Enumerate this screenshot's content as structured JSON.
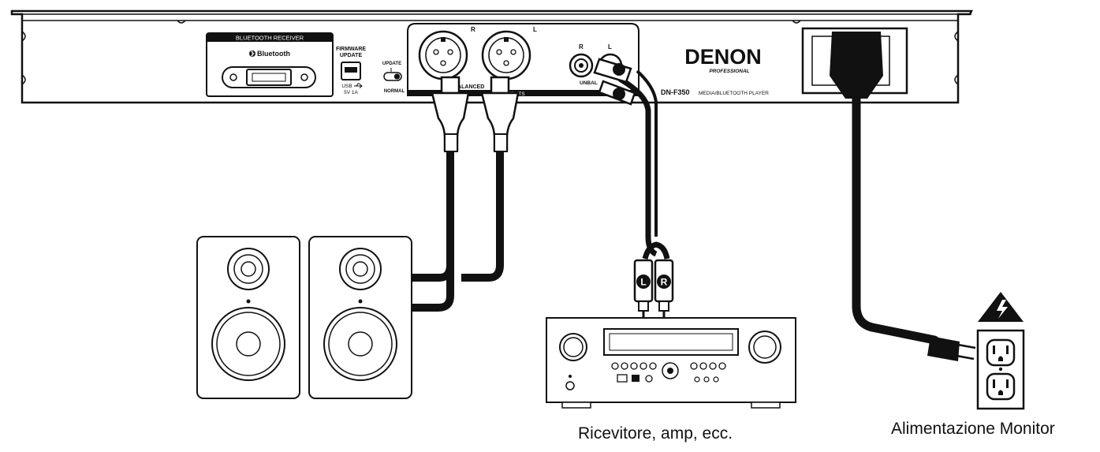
{
  "device": {
    "brand": "DENON",
    "brand_sub": "PROFESSIONAL",
    "model": "DN-F350",
    "model_desc": "MEDIA/BLUETOOTH PLAYER",
    "bt_panel_label": "BLUETOOTH RECEIVER",
    "bt_logo": "Bluetooth",
    "firmware_label_1": "FIRMWARE",
    "firmware_label_2": "UPDATE",
    "usb_label": "USB",
    "usb_power": "5V 1A",
    "switch_update": "UPDATE",
    "switch_normal": "NORMAL",
    "xlr_r": "R",
    "xlr_l": "L",
    "balanced_label": "BALANCED",
    "outputs_label": "OUTPUTS",
    "rca_r": "R",
    "rca_l": "L",
    "unbal_label": "UNBAL"
  },
  "plugs": {
    "left": "L",
    "right": "R"
  },
  "captions": {
    "receiver": "Ricevitore, amp, ecc.",
    "power": "Alimentazione Monitor"
  },
  "colors": {
    "ink": "#111111",
    "panel": "#ffffff",
    "hazard": "#111111"
  },
  "icons": [
    "bluetooth-icon",
    "usb-icon",
    "hazard-warning-icon",
    "power-outlet-icon"
  ]
}
